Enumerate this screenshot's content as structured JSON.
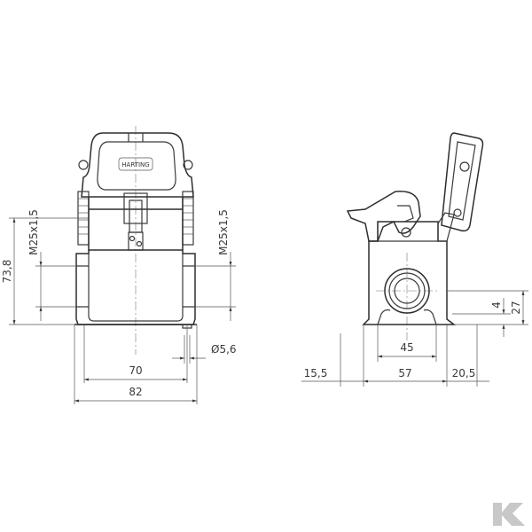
{
  "front_view": {
    "dims": {
      "width_inner": "70",
      "width_outer": "82",
      "height_total": "73,8",
      "thread_left": "M25x1,5",
      "thread_right": "M25x1,5",
      "hole_diameter": "Ø5,6"
    },
    "lid_marking": "HARTING"
  },
  "side_view": {
    "dims": {
      "left_offset": "15,5",
      "base_length": "57",
      "right_offset": "20,5",
      "hole_pitch": "45",
      "small_height": "4",
      "axis_height": "27"
    }
  },
  "corner_logo": {
    "icon": "k-logo-icon"
  }
}
